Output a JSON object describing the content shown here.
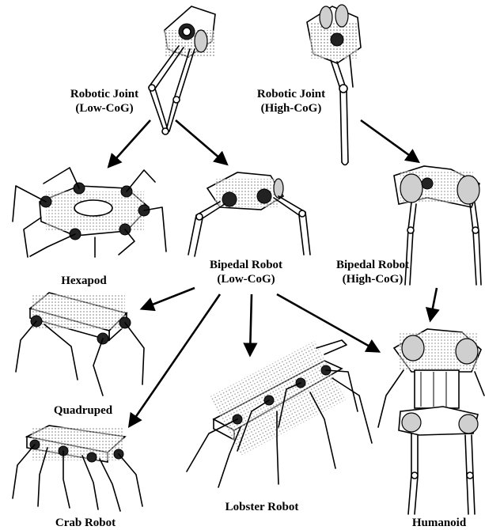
{
  "labels": {
    "joint_low": [
      "Robotic Joint",
      "(Low-CoG)"
    ],
    "joint_high": [
      "Robotic Joint",
      "(High-CoG)"
    ],
    "hexapod": "Hexapod",
    "biped_low": [
      "Bipedal Robot",
      "(Low-CoG)"
    ],
    "biped_high": [
      "Bipedal Robot",
      "(High-CoG)"
    ],
    "quadruped": "Quadruped",
    "crab": "Crab Robot",
    "lobster": "Lobster Robot",
    "humanoid": "Humanoid"
  },
  "edges": [
    {
      "from": "joint_low",
      "to": "hexapod"
    },
    {
      "from": "joint_low",
      "to": "biped_low"
    },
    {
      "from": "joint_high",
      "to": "biped_high"
    },
    {
      "from": "biped_low",
      "to": "quadruped"
    },
    {
      "from": "biped_low",
      "to": "crab"
    },
    {
      "from": "biped_low",
      "to": "lobster"
    },
    {
      "from": "biped_low",
      "to": "humanoid"
    },
    {
      "from": "biped_high",
      "to": "humanoid"
    }
  ],
  "colors": {
    "ink": "#000000",
    "background": "#ffffff"
  }
}
